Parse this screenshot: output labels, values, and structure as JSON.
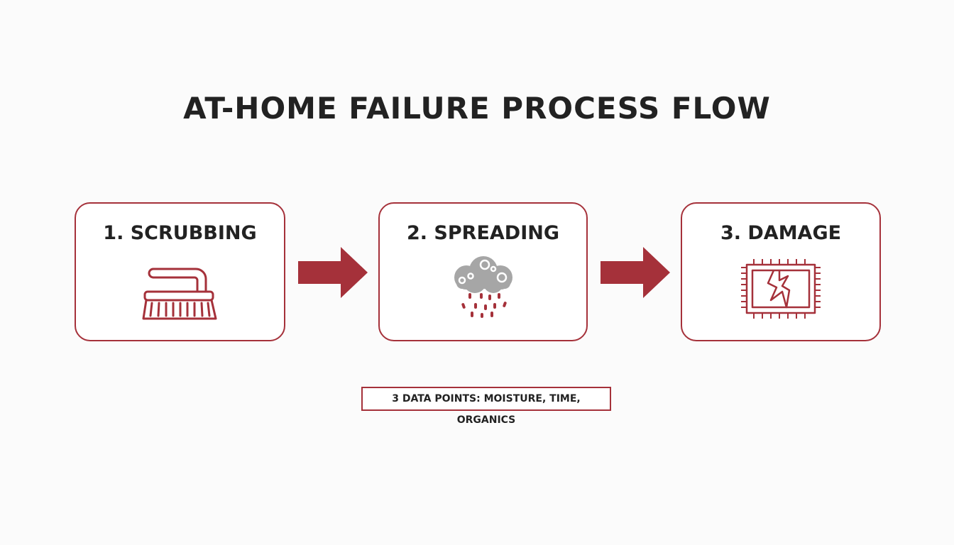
{
  "title": "AT-HOME FAILURE PROCESS FLOW",
  "steps": [
    {
      "label": "1. SCRUBBING",
      "icon": "scrub-brush-icon"
    },
    {
      "label": "2. SPREADING",
      "icon": "spore-cloud-icon"
    },
    {
      "label": "3. DAMAGE",
      "icon": "cracked-rug-icon"
    }
  ],
  "note": "3 DATA POINTS: MOISTURE, TIME, ORGANICS",
  "colors": {
    "accent": "#a5313a",
    "text": "#222222",
    "cloud": "#a6a6a6",
    "background": "#fbfbfb"
  }
}
